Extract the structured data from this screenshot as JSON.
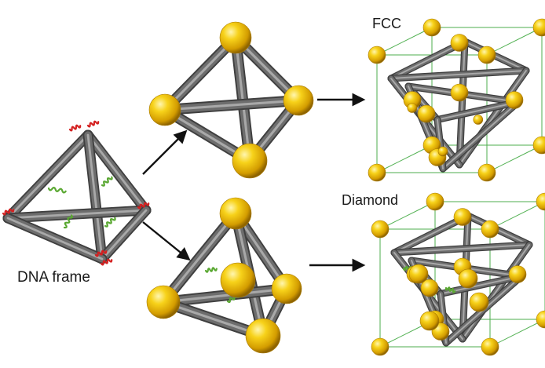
{
  "labels": {
    "dna_frame": "DNA frame",
    "fcc": "FCC",
    "diamond": "Diamond"
  },
  "colors": {
    "rod": "#6d6d6d",
    "rod_dark": "#3f3f3f",
    "rod_light": "#a8a8a8",
    "gold": "#f2c200",
    "gold_light": "#fff3a0",
    "gold_dark": "#a87a00",
    "linker_green": "#5aa832",
    "sticky_red": "#d42020",
    "lattice_edge": "#4cae4c",
    "arrow": "#111111"
  },
  "icons": [
    "dna-tetrahedron-frame",
    "gold-sphere",
    "right-arrow"
  ]
}
